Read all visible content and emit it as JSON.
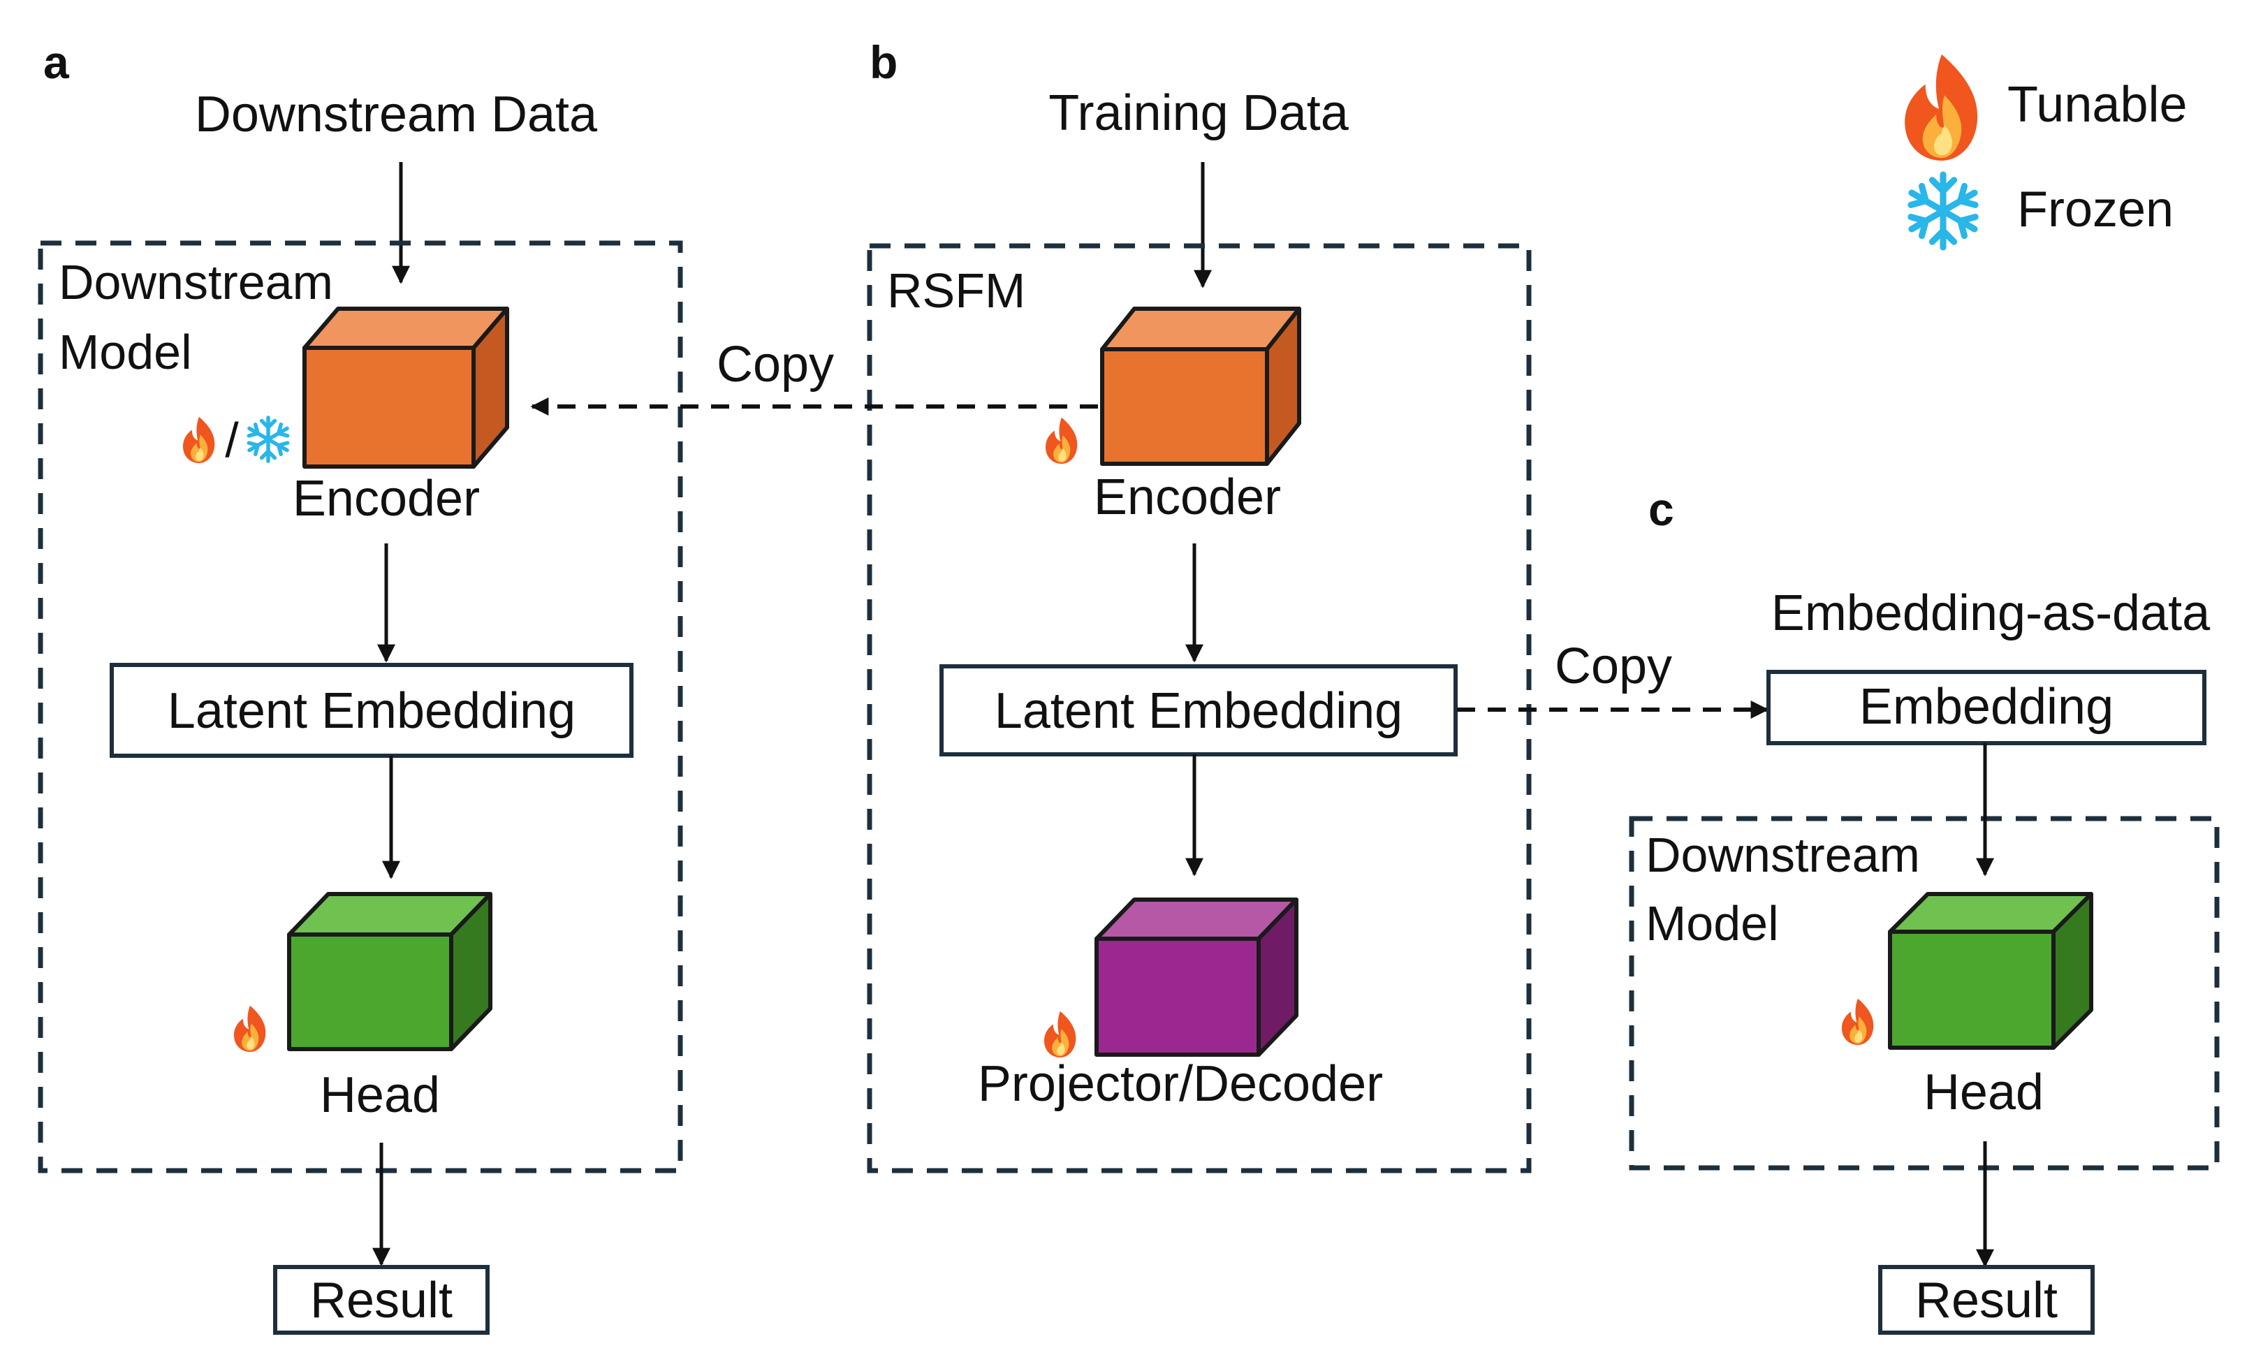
{
  "panels": {
    "a": {
      "letter": "a",
      "input": "Downstream Data",
      "container_line1": "Downstream",
      "container_line2": "Model",
      "encoder": "Encoder",
      "encoder_sep": "/",
      "latent": "Latent Embedding",
      "head": "Head",
      "result": "Result"
    },
    "b": {
      "letter": "b",
      "input": "Training Data",
      "container": "RSFM",
      "encoder": "Encoder",
      "latent": "Latent Embedding",
      "projector": "Projector/Decoder",
      "copy_left": "Copy",
      "copy_right": "Copy"
    },
    "c": {
      "letter": "c",
      "title": "Embedding-as-data",
      "embedding": "Embedding",
      "container_line1": "Downstream",
      "container_line2": "Model",
      "head": "Head",
      "result": "Result"
    }
  },
  "legend": {
    "tunable": "Tunable",
    "frozen": "Frozen"
  },
  "colors": {
    "encoder": "#e8732f",
    "head": "#4ca72e",
    "projector": "#9b2890",
    "container_border": "#1d2f3d",
    "flame": "#f0561e",
    "snowflake": "#29b6e8"
  }
}
